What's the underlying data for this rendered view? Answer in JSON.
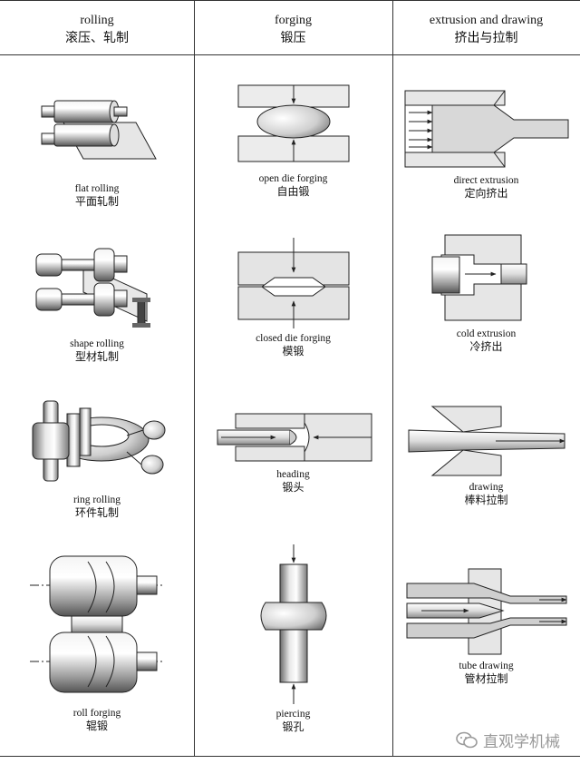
{
  "columns": [
    {
      "header_en": "rolling",
      "header_zh": "滚压、轧制",
      "items": [
        {
          "en": "flat rolling",
          "zh": "平面轧制"
        },
        {
          "en": "shape rolling",
          "zh": "型材轧制"
        },
        {
          "en": "ring rolling",
          "zh": "环件轧制"
        },
        {
          "en": "roll forging",
          "zh": "辊锻"
        }
      ]
    },
    {
      "header_en": "forging",
      "header_zh": "锻压",
      "items": [
        {
          "en": "open die forging",
          "zh": "自由锻"
        },
        {
          "en": "closed die forging",
          "zh": "模锻"
        },
        {
          "en": "heading",
          "zh": "锻头"
        },
        {
          "en": "piercing",
          "zh": "锻孔"
        }
      ]
    },
    {
      "header_en": "extrusion and drawing",
      "header_zh": "挤出与拉制",
      "items": [
        {
          "en": "direct extrusion",
          "zh": "定向挤出"
        },
        {
          "en": "cold extrusion",
          "zh": "冷挤出"
        },
        {
          "en": "drawing",
          "zh": "棒料拉制"
        },
        {
          "en": "tube drawing",
          "zh": "管材拉制"
        }
      ]
    }
  ],
  "watermark": {
    "text": "直观学机械",
    "icon": "chat-bubbles-icon"
  }
}
